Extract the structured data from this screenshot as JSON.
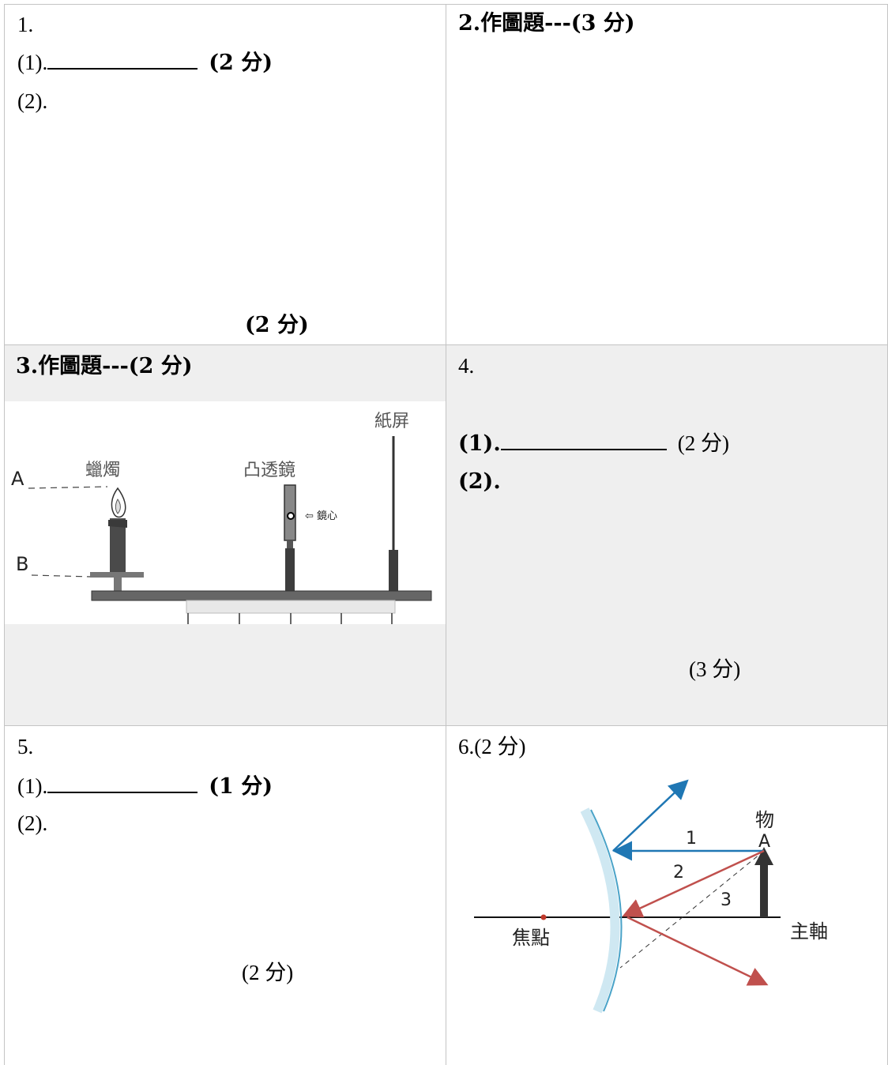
{
  "q1": {
    "num": "1.",
    "p1_label": "(1).",
    "p1_score": "(2 分)",
    "p2_label": "(2).",
    "p2_score": "(2 分)"
  },
  "q2": {
    "title": "2.作圖題---(3 分)"
  },
  "q3": {
    "title": "3.作圖題---(2 分)",
    "figure": {
      "candle_label": "蠟燭",
      "lens_label": "凸透鏡",
      "screen_label": "紙屏",
      "point_a": "A",
      "point_b": "B",
      "lens_center_label": "⇦ 鏡心"
    }
  },
  "q4": {
    "num": "4.",
    "p1_label": "(1).",
    "p1_score": "(2 分)",
    "p2_label": "(2).",
    "p2_score": "(3 分)"
  },
  "q5": {
    "num": "5.",
    "p1_label": "(1).",
    "p1_score": "(1 分)",
    "p2_label": "(2).",
    "p2_score": "(2 分)"
  },
  "q6": {
    "title": "6.(2 分)",
    "figure": {
      "object_label": "物",
      "point_a": "A",
      "ray1": "1",
      "ray2": "2",
      "ray3": "3",
      "focus_label": "焦點",
      "axis_label": "主軸"
    },
    "colors": {
      "ray_blue": "#1f77b4",
      "ray_red": "#c0504d",
      "mirror": "#4aa3c8"
    }
  },
  "colors": {
    "grid": "#c4c4c4",
    "shade": "#efefef"
  }
}
